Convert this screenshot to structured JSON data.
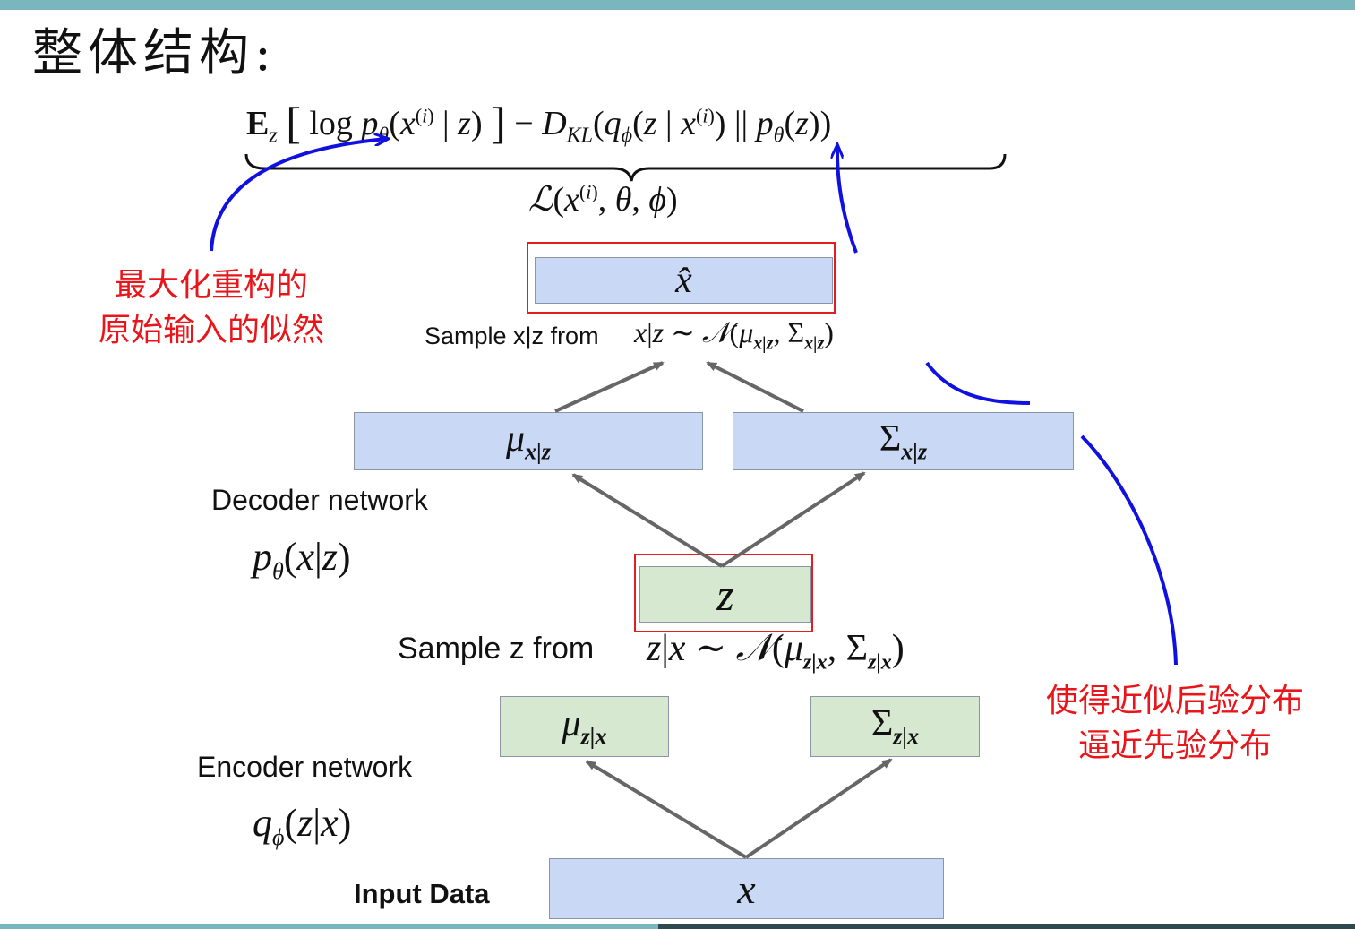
{
  "title": "整体结构:",
  "elbo": {
    "expectation": "E",
    "subscript_z": "z",
    "log_term": "log pθ(x(i) | z)",
    "minus": "−",
    "kl_term": "DKL(qϕ(z | x(i)) || pθ(z))",
    "brace_label": "ℒ(x(i), θ, ϕ)"
  },
  "annotations": {
    "reconstruction_line1": "最大化重构的",
    "reconstruction_line2": "原始输入的似然",
    "kl_line1": "使得近似后验分布",
    "kl_line2": "逼近先验分布"
  },
  "nodes": {
    "x_hat": "x̂",
    "mu_x_given_z": "μx|z",
    "sigma_x_given_z": "Σx|z",
    "z": "z",
    "mu_z_given_x": "μz|x",
    "sigma_z_given_x": "Σz|x",
    "x": "x"
  },
  "labels": {
    "sample_x": "Sample x|z from",
    "sample_x_formula": "x|z ∼ 𝒩(μx|z, Σx|z)",
    "decoder": "Decoder network",
    "decoder_formula": "pθ(x|z)",
    "sample_z": "Sample z from",
    "sample_z_formula": "z|x ∼ 𝒩(μz|x, Σz|x)",
    "encoder": "Encoder network",
    "encoder_formula": "qϕ(z|x)",
    "input": "Input Data"
  },
  "colors": {
    "top_bar": "#79b6bd",
    "decoder_box": "#c9d9f5",
    "encoder_box": "#d6e8cf",
    "highlight": "#e02020",
    "annotation_text": "#e8161b",
    "annotation_arrow": "#1010e0",
    "flow_arrow": "#666666"
  }
}
